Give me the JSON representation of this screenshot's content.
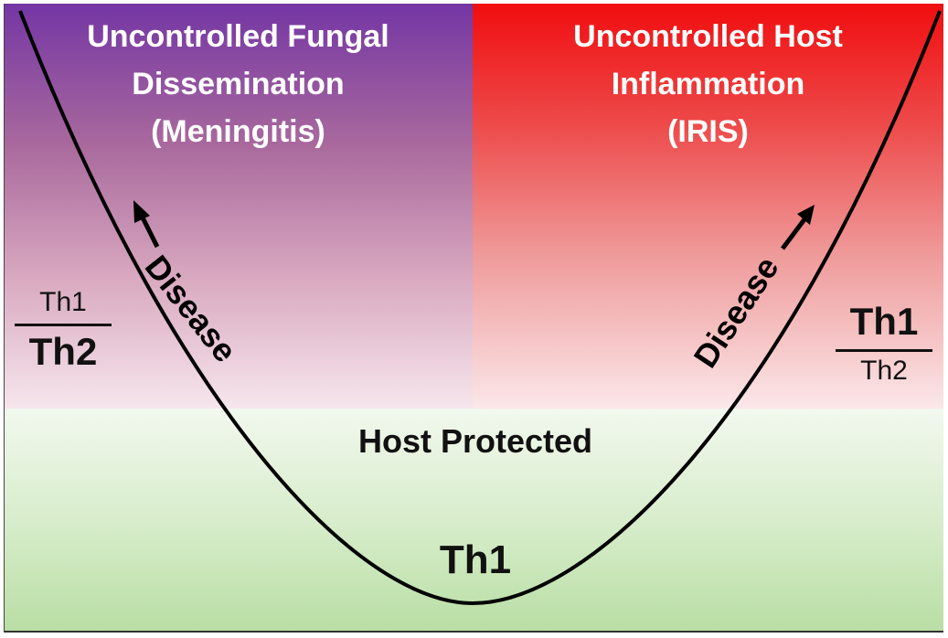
{
  "regions": {
    "left": {
      "lines": [
        "Uncontrolled Fungal",
        "Dissemination",
        "(Meningitis)"
      ],
      "color_top": "#7436a4"
    },
    "right": {
      "lines": [
        "Uncontrolled Host",
        "Inflammation",
        "(IRIS)"
      ],
      "color_top": "#f00d0f"
    },
    "bottom": {
      "label": "Host Protected",
      "color": "#b9dea4"
    }
  },
  "curve": {
    "minimum_label": "Th1",
    "left_arm_label": "Disease",
    "right_arm_label": "Disease"
  },
  "ratios": {
    "left": {
      "numerator": "Th1",
      "denominator": "Th2"
    },
    "right": {
      "numerator": "Th1",
      "denominator": "Th2"
    }
  }
}
